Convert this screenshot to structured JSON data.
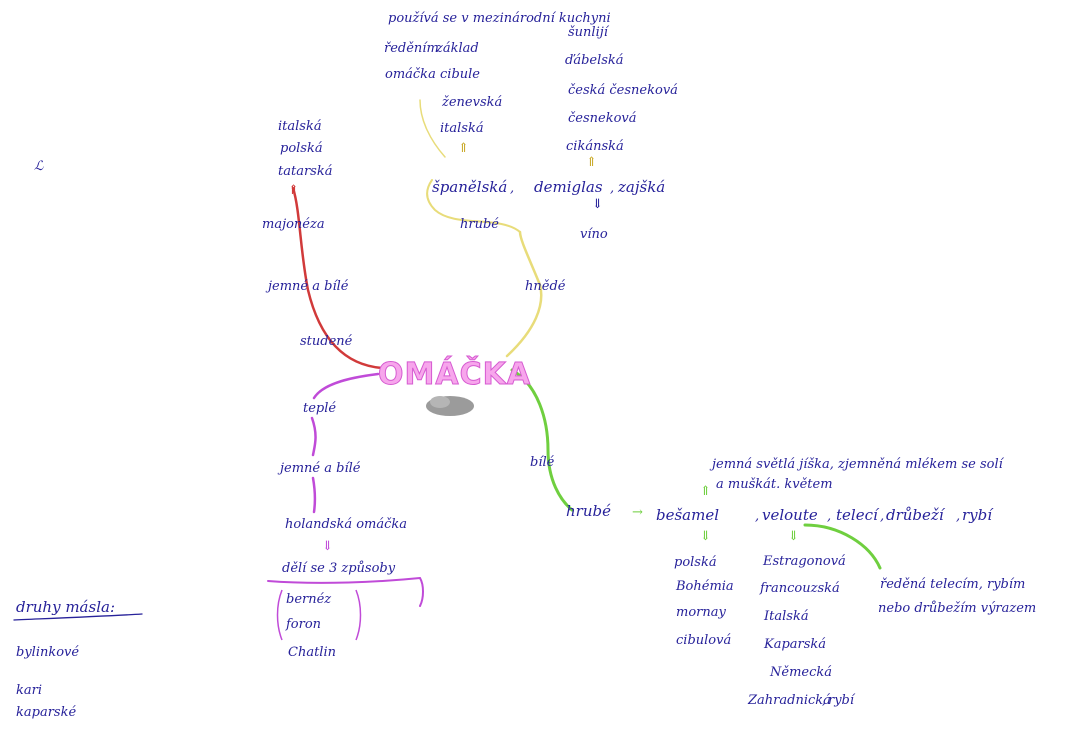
{
  "center": {
    "label": "OMÁČKA"
  },
  "stray_mark": "ℒ",
  "branches": {
    "hnede": {
      "label": "hnědé",
      "hrube": "hrubé",
      "spanelska": "španělská",
      "demiglas": "demiglas",
      "zajska": "zajšká",
      "vino": "víno",
      "top_line": "používá se v mezinárodní kuchyni",
      "zaklad_lines": [
        "základ",
        "omáčka"
      ],
      "zaklad_prefix": "ředěním",
      "cibule": "cibule",
      "zeny": [
        "ženevská",
        "italská"
      ],
      "right_list": [
        "šunlijí",
        "ďábelská",
        "česká česneková",
        "česneková",
        "cikánská"
      ]
    },
    "studene": {
      "label": "studené",
      "jemne": "jemné a bílé",
      "majoneza": "majonéza",
      "list": [
        "italská",
        "polská",
        "tatarská"
      ]
    },
    "teple": {
      "label": "teplé",
      "jemne": "jemné a bílé",
      "holandska": "holandská omáčka",
      "deli": "dělí se 3 způsoby",
      "list": [
        "bernéz",
        "foron",
        "Chatlin"
      ]
    },
    "bile": {
      "label": "bílé",
      "hrube": "hrubé",
      "right": [
        "bešamel",
        "veloute",
        "telecí",
        "drůbeží",
        "rybí"
      ],
      "desc_top": "jemná světlá jíška, zjemněná mlékem se solí",
      "desc_bottom": "a muškát. květem",
      "bes_list": [
        "polská",
        "Bohémia",
        "mornay",
        "cibulová"
      ],
      "vel_list": [
        "Estragonová",
        "francouzská",
        "Italská",
        "Kaparská",
        "Německá",
        "Zahradnická",
        "rybí"
      ],
      "redena": [
        "ředěná telecím, rybím",
        "nebo drůbežím výrazem"
      ]
    }
  },
  "druhy_masla": {
    "title": "druhy másla:",
    "items": [
      "bylinkové",
      "kari",
      "kaparské"
    ]
  },
  "colors": {
    "ink": "#27229a",
    "title_fill": "#f7a6ec",
    "studene": "#d13a3a",
    "hnede": "#e8dc7a",
    "bile": "#6fcf3f",
    "teple": "#c04bd8",
    "cloud": "#9b9b9b"
  }
}
